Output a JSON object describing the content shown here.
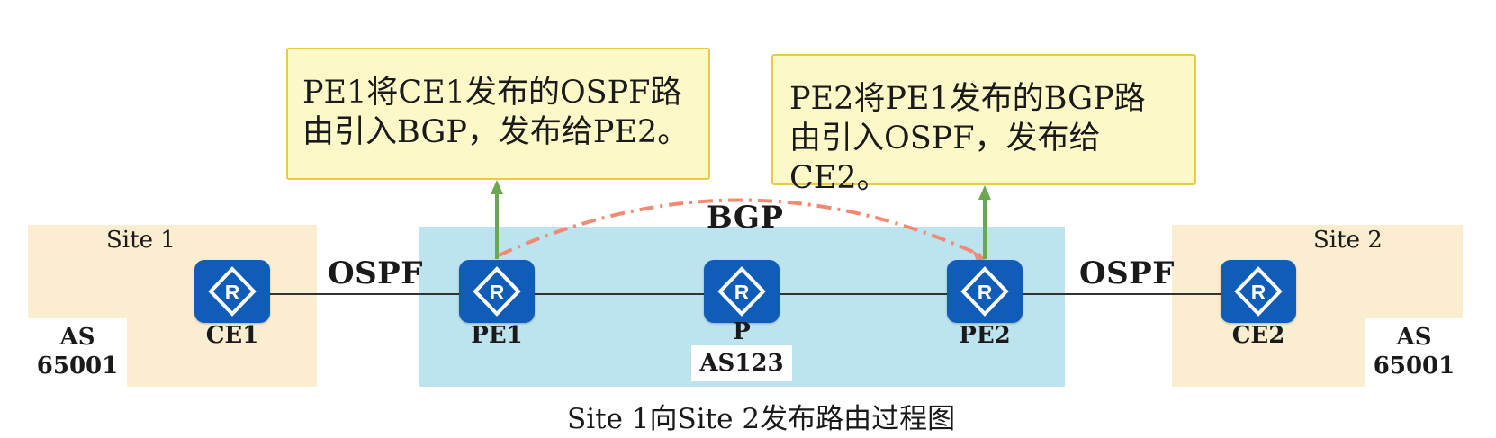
{
  "sites": {
    "site1": {
      "label": "Site 1",
      "as_label": "AS",
      "as_number": "65001"
    },
    "site2": {
      "label": "Site 2",
      "as_label": "AS",
      "as_number": "65001"
    }
  },
  "core": {
    "as_label": "AS123"
  },
  "routers": {
    "ce1": {
      "label": "CE1",
      "icon": "router-icon"
    },
    "pe1": {
      "label": "PE1",
      "icon": "router-icon"
    },
    "p": {
      "label": "P",
      "icon": "router-icon"
    },
    "pe2": {
      "label": "PE2",
      "icon": "router-icon"
    },
    "ce2": {
      "label": "CE2",
      "icon": "router-icon"
    }
  },
  "protocols": {
    "ospf_left": "OSPF",
    "ospf_right": "OSPF",
    "bgp": "BGP"
  },
  "callouts": {
    "pe1": {
      "line1": "PE1将CE1发布的OSPF路",
      "line2": "由引入BGP，发布给PE2。"
    },
    "pe2": {
      "line1": "PE2将PE1发布的BGP路",
      "line2": "由引入OSPF，发布给CE2。"
    }
  },
  "caption": "Site 1向Site 2发布路由过程图",
  "colors": {
    "site_fill": "#fbedcf",
    "core_fill": "#bde3ef",
    "router_fill": "#0f5db8",
    "callout_fill": "#fdf8c8",
    "callout_border": "#e9c84a",
    "arrow_green": "#6aa84f",
    "bgp_dashed": "#f08a72"
  }
}
